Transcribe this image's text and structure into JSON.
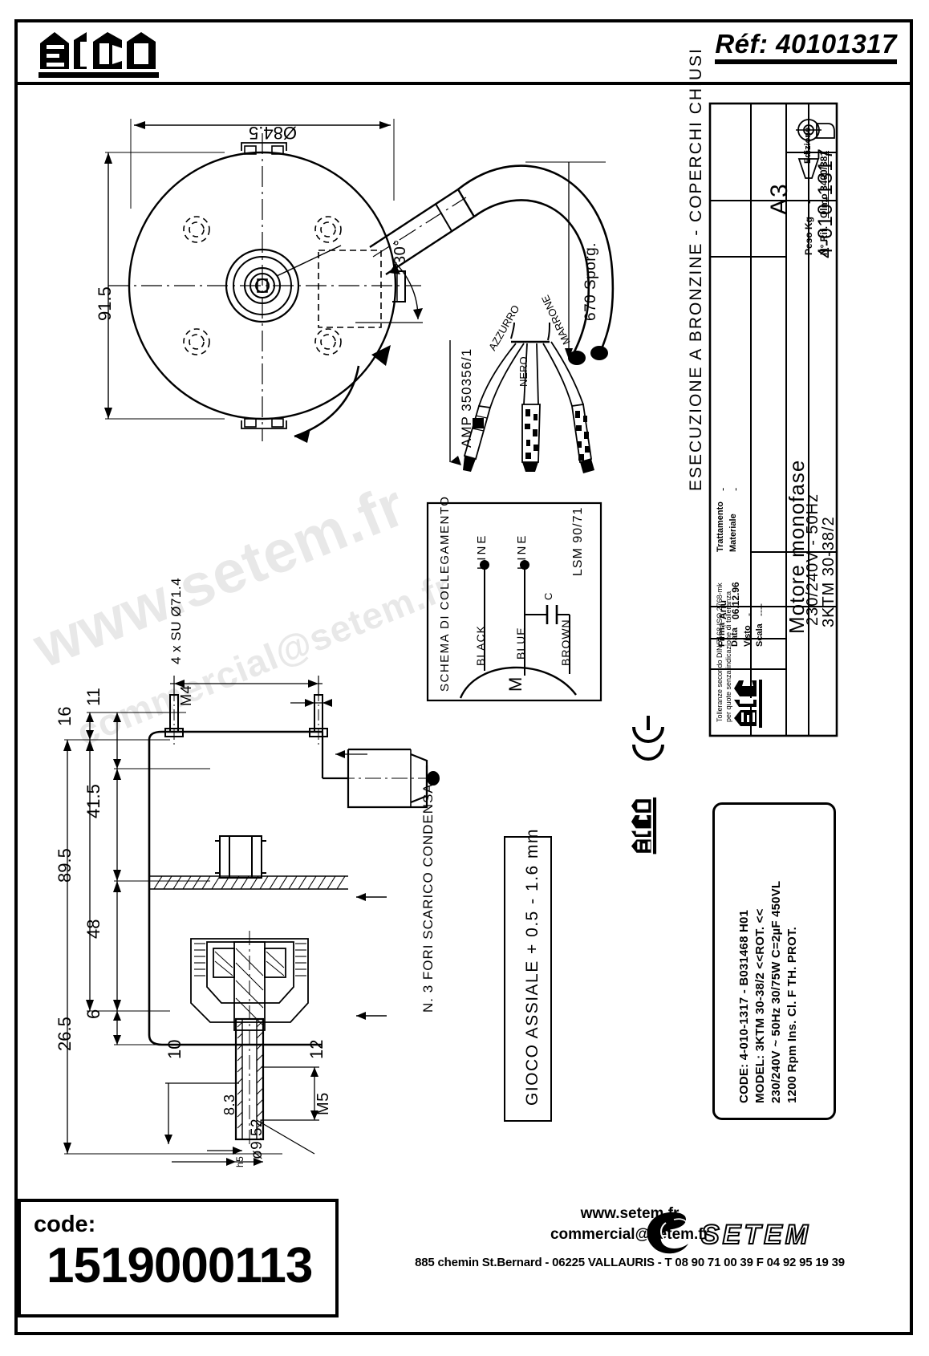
{
  "header": {
    "brand": "ELCO",
    "reference": "Réf: 40101317"
  },
  "watermark": {
    "line1": "www.setem.fr",
    "line2": "commercial@setem.fr"
  },
  "title_block": {
    "heading": "ESECUZIONE A BRONZINE  -  COPERCHI CHIUSI",
    "tolerance_note_1": "Tolleranze secondo DIN/7168 ISO 2768-mk",
    "tolerance_note_2": "per quote senza indicazione di tolleranza",
    "trattamento_label": "Trattamento",
    "trattamento_value": "-",
    "materiale_label": "Materiale",
    "materiale_value": "-",
    "firma_label": "Firma",
    "firma_value": "Ariu",
    "data_label": "Data",
    "data_value": "06.12.96",
    "visto_label": "Visto",
    "visto_value": "-",
    "scala_label": "Scala",
    "scala_value": "----",
    "peso_label": "Peso Kg",
    "peso_value": "-",
    "rif_label": "N° Rif.",
    "rif_value": "Olmo 8400/381",
    "edizione_label": "Edizione",
    "format": "A3",
    "brand": "ELCO",
    "description": "Motore monofase",
    "voltage": "230/240V  -  50Hz",
    "model": "3KTM 30-38/2",
    "drawing_number": "4-010-1317"
  },
  "nameplate": {
    "brand": "ELCO",
    "ce_mark": "CE",
    "line1": "CODE: 4-010-1317   -   B031468 H01",
    "line2": "MODEL: 3KTM 30-38/2    <<ROT. <<",
    "line3": "230/240V ~   50Hz   30/75W   C=2µF 450VL",
    "line4": "1200 Rpm     Ins. Cl. F     TH. PROT."
  },
  "schema": {
    "title": "SCHEMA DI COLLEGAMENTO",
    "line_left": "LINE",
    "line_right": "LINE",
    "cap_label": "C",
    "wire_black": "BLACK",
    "wire_blue": "BLUE",
    "wire_brown": "BROWN",
    "motor_code": "LSM 90/71",
    "motor_symbol": "M"
  },
  "drawing": {
    "top_view": {
      "diameter": "Ø84.5",
      "height": "91.5",
      "cable_angle": "30°",
      "cable_length": "670 Sporg.",
      "connector": "AMP 350356/1",
      "wire_blue": "AZZURRO",
      "wire_black": "NERO",
      "wire_brown": "MARRONE"
    },
    "section_view": {
      "d_11": "11",
      "d_16": "16",
      "d_41_5": "41.5",
      "d_89_5": "89.5",
      "d_48": "48",
      "d_6": "6",
      "d_26_5": "26.5",
      "d_10": "10",
      "d_12": "12",
      "d_8_3": "8.3",
      "shaft_thread": "M5",
      "mount_thread": "M4",
      "mount_note": "4 x SU Ø71.4",
      "shaft_dia": "ø9.52",
      "shaft_tol": "h5",
      "note_drain": "N. 3 FORI SCARICO CONDENSA",
      "note_axial_play": "GIOCO ASSIALE  + 0.5 - 1.6 mm"
    }
  },
  "footer": {
    "code_label": "code:",
    "code_value": "1519000113",
    "website": "www.setem.fr",
    "email": "commercial@setem.fr",
    "address": "885 chemin St.Bernard  -  06225 VALLAURIS  -  T 08 90 71 00 39   F 04 92 95 19 39",
    "company": "SETEM"
  }
}
